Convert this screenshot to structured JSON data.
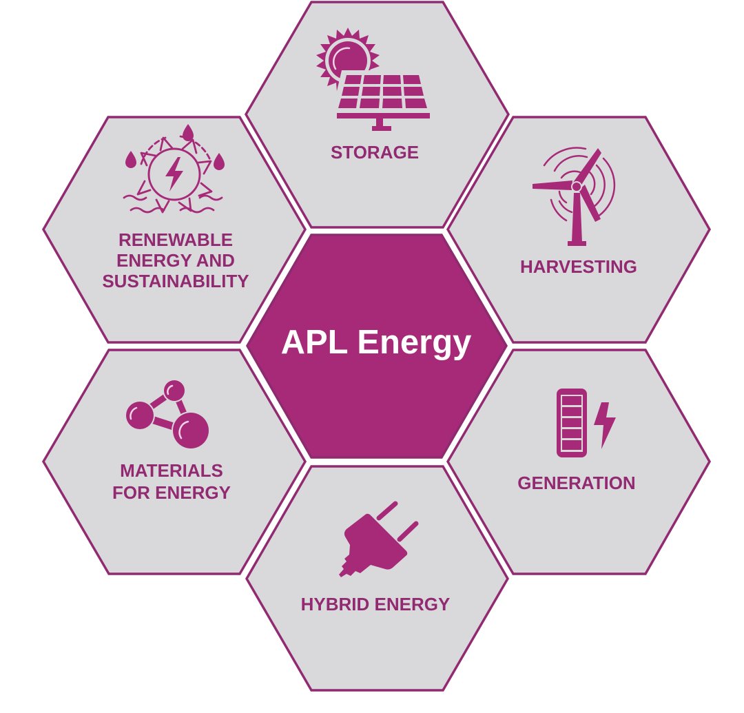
{
  "diagram": {
    "title": "APL Energy",
    "colors": {
      "accent": "#A62A78",
      "hex_fill": "#D9D9DB",
      "hex_stroke": "#922A72",
      "label_text": "#922A72",
      "title_text": "#FFFFFF"
    },
    "segments": [
      {
        "position": "top",
        "icon": "solar-panel-icon",
        "lines": [
          "STORAGE"
        ]
      },
      {
        "position": "upper-right",
        "icon": "wind-turbine-icon",
        "lines": [
          "HARVESTING"
        ]
      },
      {
        "position": "lower-right",
        "icon": "battery-bolt-icon",
        "lines": [
          "GENERATION"
        ]
      },
      {
        "position": "bottom",
        "icon": "plug-icon",
        "lines": [
          "HYBRID ENERGY"
        ]
      },
      {
        "position": "lower-left",
        "icon": "molecule-icon",
        "lines": [
          "MATERIALS",
          "FOR ENERGY"
        ]
      },
      {
        "position": "upper-left",
        "icon": "water-wheel-energy-icon",
        "lines": [
          "RENEWABLE",
          "ENERGY AND",
          "SUSTAINABILITY"
        ]
      }
    ]
  }
}
